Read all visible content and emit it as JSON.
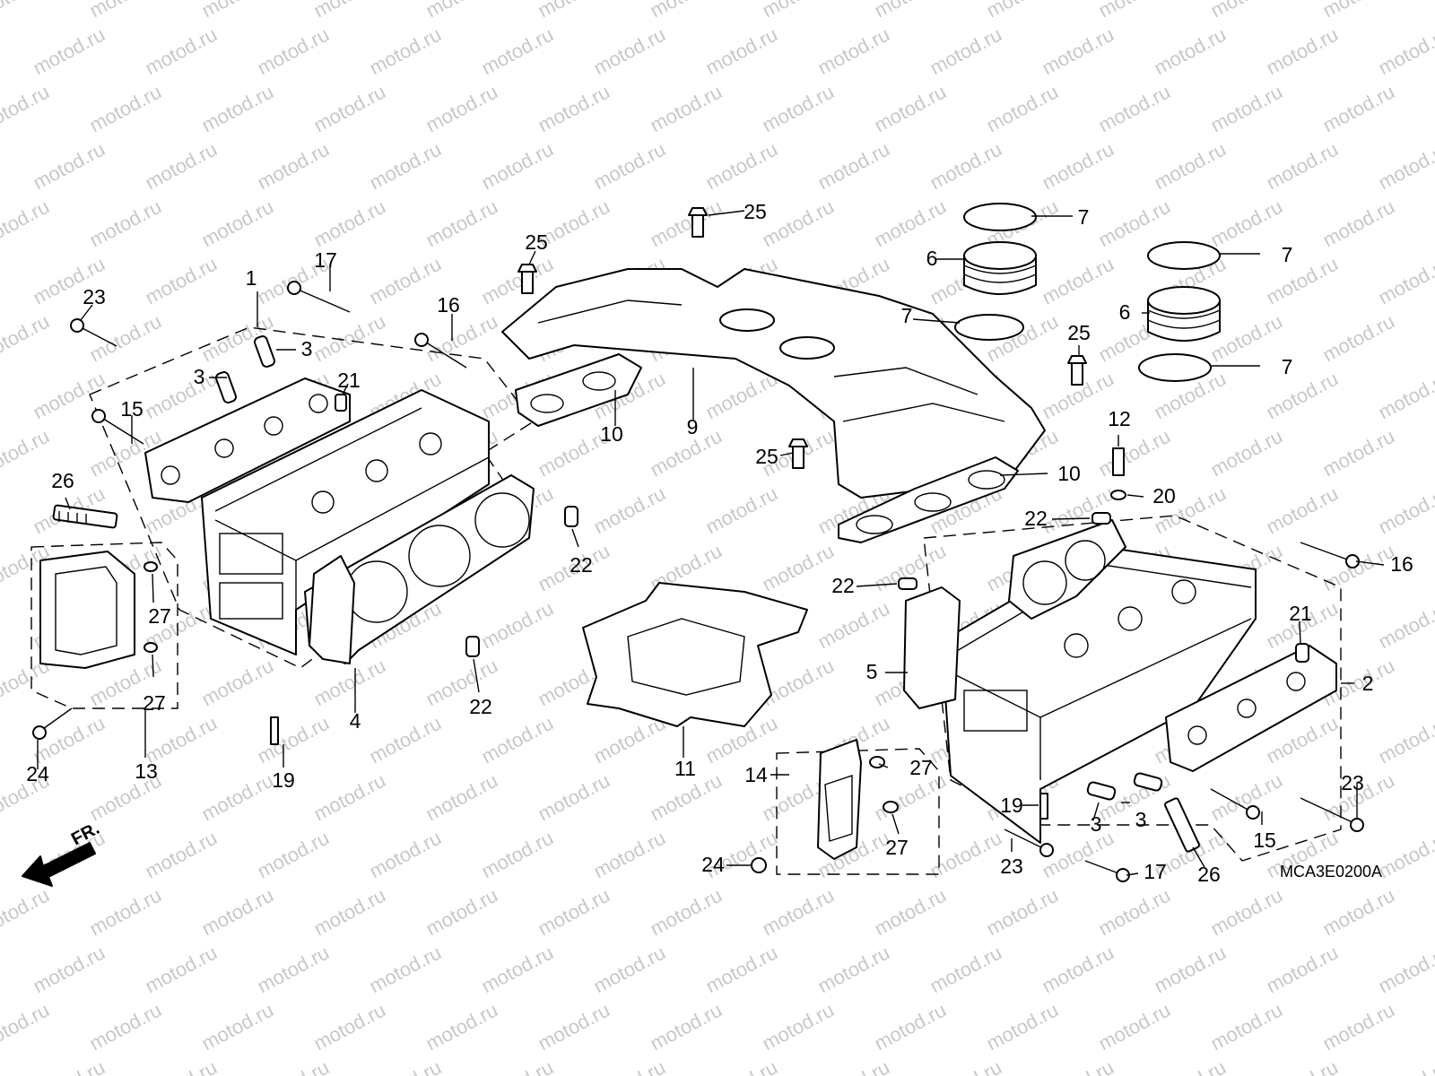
{
  "watermark": "motod.ru",
  "diagram_code": "MCA3E0200A",
  "direction_label": "FR.",
  "callouts": [
    {
      "id": "c1",
      "text": "1"
    },
    {
      "id": "c2",
      "text": "2"
    },
    {
      "id": "c3a",
      "text": "3"
    },
    {
      "id": "c3b",
      "text": "3"
    },
    {
      "id": "c3c",
      "text": "3"
    },
    {
      "id": "c3d",
      "text": "3"
    },
    {
      "id": "c4",
      "text": "4"
    },
    {
      "id": "c5",
      "text": "5"
    },
    {
      "id": "c6a",
      "text": "6"
    },
    {
      "id": "c6b",
      "text": "6"
    },
    {
      "id": "c7a",
      "text": "7"
    },
    {
      "id": "c7b",
      "text": "7"
    },
    {
      "id": "c7c",
      "text": "7"
    },
    {
      "id": "c7d",
      "text": "7"
    },
    {
      "id": "c9",
      "text": "9"
    },
    {
      "id": "c10a",
      "text": "10"
    },
    {
      "id": "c10b",
      "text": "10"
    },
    {
      "id": "c11",
      "text": "11"
    },
    {
      "id": "c12",
      "text": "12"
    },
    {
      "id": "c13",
      "text": "13"
    },
    {
      "id": "c14",
      "text": "14"
    },
    {
      "id": "c15a",
      "text": "15"
    },
    {
      "id": "c15b",
      "text": "15"
    },
    {
      "id": "c16a",
      "text": "16"
    },
    {
      "id": "c16b",
      "text": "16"
    },
    {
      "id": "c17a",
      "text": "17"
    },
    {
      "id": "c17b",
      "text": "17"
    },
    {
      "id": "c19a",
      "text": "19"
    },
    {
      "id": "c19b",
      "text": "19"
    },
    {
      "id": "c20",
      "text": "20"
    },
    {
      "id": "c21a",
      "text": "21"
    },
    {
      "id": "c21b",
      "text": "21"
    },
    {
      "id": "c22a",
      "text": "22"
    },
    {
      "id": "c22b",
      "text": "22"
    },
    {
      "id": "c22c",
      "text": "22"
    },
    {
      "id": "c22d",
      "text": "22"
    },
    {
      "id": "c23a",
      "text": "23"
    },
    {
      "id": "c23b",
      "text": "23"
    },
    {
      "id": "c23c",
      "text": "23"
    },
    {
      "id": "c24a",
      "text": "24"
    },
    {
      "id": "c24b",
      "text": "24"
    },
    {
      "id": "c25a",
      "text": "25"
    },
    {
      "id": "c25b",
      "text": "25"
    },
    {
      "id": "c25c",
      "text": "25"
    },
    {
      "id": "c25d",
      "text": "25"
    },
    {
      "id": "c26a",
      "text": "26"
    },
    {
      "id": "c26b",
      "text": "26"
    },
    {
      "id": "c27a",
      "text": "27"
    },
    {
      "id": "c27b",
      "text": "27"
    },
    {
      "id": "c27c",
      "text": "27"
    },
    {
      "id": "c27d",
      "text": "27"
    }
  ]
}
